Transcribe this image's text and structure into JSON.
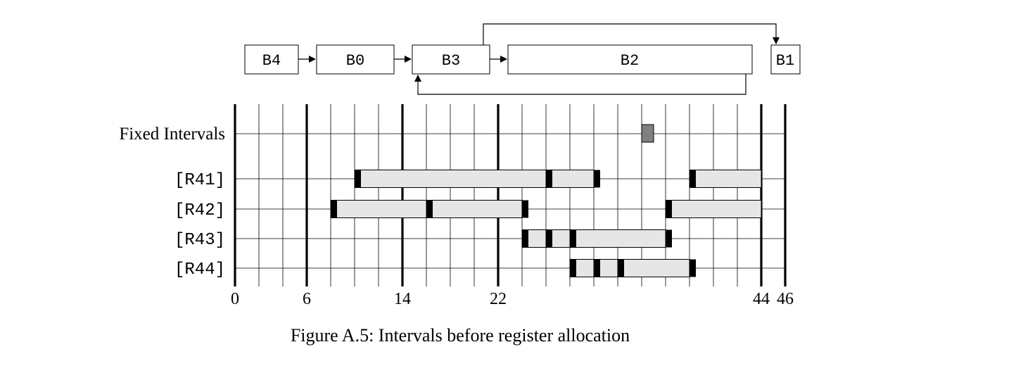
{
  "blocks": [
    {
      "id": "b4",
      "label": "B4"
    },
    {
      "id": "b0",
      "label": "B0"
    },
    {
      "id": "b3",
      "label": "B3"
    },
    {
      "id": "b2",
      "label": "B2"
    },
    {
      "id": "b1",
      "label": "B1"
    }
  ],
  "rows": [
    {
      "id": "fixed",
      "label": "Fixed Intervals",
      "mono": false
    },
    {
      "id": "r41",
      "label": "[R41]",
      "mono": true
    },
    {
      "id": "r42",
      "label": "[R42]",
      "mono": true
    },
    {
      "id": "r43",
      "label": "[R43]",
      "mono": true
    },
    {
      "id": "r44",
      "label": "[R44]",
      "mono": true
    }
  ],
  "axis": {
    "min": 0,
    "max": 46,
    "grid_step": 2,
    "block_boundaries": [
      0,
      6,
      14,
      22,
      44,
      46
    ],
    "tick_labels": [
      "0",
      "6",
      "14",
      "22",
      "44",
      "46"
    ]
  },
  "intervals": {
    "fixed": {
      "ranges": [
        [
          34,
          35
        ]
      ],
      "uses": []
    },
    "r41": {
      "ranges": [
        [
          10,
          26
        ],
        [
          26,
          30
        ],
        [
          38,
          44
        ]
      ],
      "uses": [
        10,
        26,
        30,
        38
      ]
    },
    "r42": {
      "ranges": [
        [
          8,
          16
        ],
        [
          16,
          24
        ],
        [
          36,
          44
        ]
      ],
      "uses": [
        8,
        16,
        24,
        36
      ]
    },
    "r43": {
      "ranges": [
        [
          24,
          26
        ],
        [
          26,
          28
        ],
        [
          28,
          36
        ]
      ],
      "uses": [
        24,
        26,
        28,
        36
      ]
    },
    "r44": {
      "ranges": [
        [
          28,
          30
        ],
        [
          30,
          32
        ],
        [
          32,
          38
        ]
      ],
      "uses": [
        28,
        30,
        32,
        38
      ]
    }
  },
  "colors": {
    "interval_fill": "#e6e6e6",
    "fixed_fill": "#808080",
    "use_mark": "#000000",
    "grid": "#000000"
  },
  "caption": "Figure A.5: Intervals before register allocation"
}
